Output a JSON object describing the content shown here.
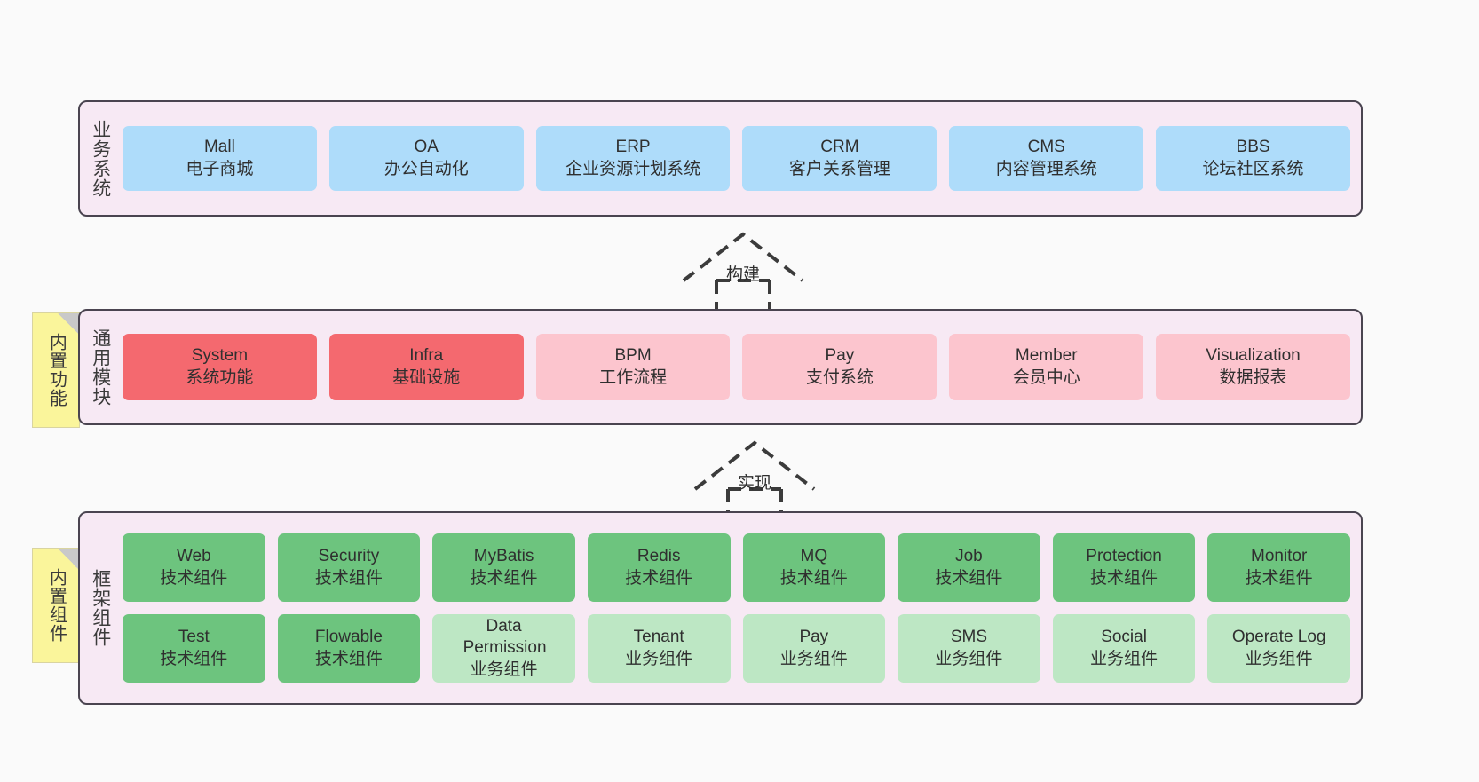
{
  "diagram": {
    "background": "#fafafa",
    "container_fill": "#F7E9F4",
    "container_stroke": "#4a4450",
    "note_fill": "#FAF59B"
  },
  "layers": [
    {
      "id": "business-system",
      "title": "业务系统",
      "node_color": "#AEDCFA",
      "nodes": [
        {
          "en": "Mall",
          "cn": "电子商城"
        },
        {
          "en": "OA",
          "cn": "办公自动化"
        },
        {
          "en": "ERP",
          "cn": "企业资源计划系统"
        },
        {
          "en": "CRM",
          "cn": "客户关系管理"
        },
        {
          "en": "CMS",
          "cn": "内容管理系统"
        },
        {
          "en": "BBS",
          "cn": "论坛社区系统"
        }
      ]
    },
    {
      "id": "common-module",
      "title": "通用模块",
      "note": "内置功能",
      "nodes": [
        {
          "en": "System",
          "cn": "系统功能",
          "color": "red"
        },
        {
          "en": "Infra",
          "cn": "基础设施",
          "color": "red"
        },
        {
          "en": "BPM",
          "cn": "工作流程",
          "color": "pink"
        },
        {
          "en": "Pay",
          "cn": "支付系统",
          "color": "pink"
        },
        {
          "en": "Member",
          "cn": "会员中心",
          "color": "pink"
        },
        {
          "en": "Visualization",
          "cn": "数据报表",
          "color": "pink"
        }
      ]
    },
    {
      "id": "framework-component",
      "title": "框架组件",
      "note": "内置组件",
      "rows": [
        [
          {
            "en": "Web",
            "cn": "技术组件",
            "color": "green"
          },
          {
            "en": "Security",
            "cn": "技术组件",
            "color": "green"
          },
          {
            "en": "MyBatis",
            "cn": "技术组件",
            "color": "green"
          },
          {
            "en": "Redis",
            "cn": "技术组件",
            "color": "green"
          },
          {
            "en": "MQ",
            "cn": "技术组件",
            "color": "green"
          },
          {
            "en": "Job",
            "cn": "技术组件",
            "color": "green"
          },
          {
            "en": "Protection",
            "cn": "技术组件",
            "color": "green"
          },
          {
            "en": "Monitor",
            "cn": "技术组件",
            "color": "green"
          }
        ],
        [
          {
            "en": "Test",
            "cn": "技术组件",
            "color": "green"
          },
          {
            "en": "Flowable",
            "cn": "技术组件",
            "color": "green"
          },
          {
            "en": "Data Permission",
            "cn": "业务组件",
            "color": "lightgreen"
          },
          {
            "en": "Tenant",
            "cn": "业务组件",
            "color": "lightgreen"
          },
          {
            "en": "Pay",
            "cn": "业务组件",
            "color": "lightgreen"
          },
          {
            "en": "SMS",
            "cn": "业务组件",
            "color": "lightgreen"
          },
          {
            "en": "Social",
            "cn": "业务组件",
            "color": "lightgreen"
          },
          {
            "en": "Operate Log",
            "cn": "业务组件",
            "color": "lightgreen"
          }
        ]
      ]
    }
  ],
  "connectors": [
    {
      "id": "build",
      "label": "构建",
      "style": "dashed-generalization"
    },
    {
      "id": "implement",
      "label": "实现",
      "style": "dashed-generalization"
    }
  ]
}
